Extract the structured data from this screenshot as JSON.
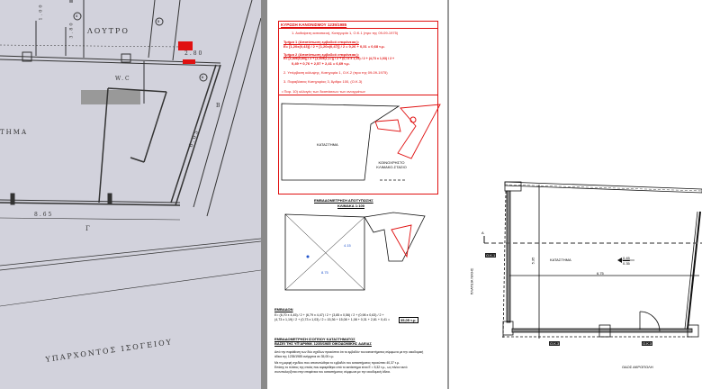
{
  "left_plan": {
    "room_bath": "ΛΟΥΤΡΟ",
    "room_wc": "W.C",
    "room_shop": "ΤΗΜΑ",
    "footer": "ΥΠΑΡΧΟΝΤΟΣ ΙΣΟΓΕΙΟΥ",
    "dim_top": "2.80",
    "dim_bottom": "8.65",
    "dim_diag": "6.05",
    "dim_h1": "1.00",
    "dim_h2": "3.80",
    "label_gamma": "Γ",
    "label_b": "B",
    "circle_a": "4",
    "circle_b": "5",
    "circle_c": "6"
  },
  "regulation_box": {
    "title": "ΚΥΡΩΣΗ ΚΑΝΟΝΙΣΜΟΥ 1235/1985",
    "items": [
      "1.  Αυθαίρετη κατασκευή, Κατηγορία 1, Ο.Κ.1 (προ της 09-09-1975)",
      "Τμήμα 1 (Αποτύπωση εμβαδού επιφάνειας):",
      "Ε= [1,20x(0,43)] / 2 + [1,20x(0,47)] / 2 = 0,26 + 0,31 = 0,68 τ.μ.",
      "Τμήμα 2 (Αποτύπωση εμβαδού επιφάνειας):",
      "Ε= [1,40x(0,80)] / 2 + [1,40x(1,17)] / 2 + (0,73 x 1,19) / 2 + (4,73 x 1,03) / 2 +",
      "0,49 + 0,76 + 2,57 + 2,41 = 6,69 τ.μ.",
      "2.  Υπέρβαση κάλυψης, Κατηγορία 1, Ο.Κ.2 (προ της 09-09-1975)",
      "3.  Παραβάσεις Κατηγορίας 3, Άρθρο 100, (Ο.Κ.3)",
      "• Παρ. 10) αλλαγές των διαστάσεων των ανοιγμάτων"
    ]
  },
  "diagram1": {
    "room": "ΚΑΤΑΣΤΗΜΑ",
    "area_label": "ΚΟΙΝΟΧΡΗΣΤΟ ΚΛΙΜΑΚΟ-ΣΤΑΣΙΟ",
    "marker": "Ⓐ"
  },
  "caption1": {
    "line1": "ΕΜΒΑΔΟΜΕΤΡΗΣΗ ΑΠΟΤΥΠΩΣΗΣ",
    "line2": "ΚΛΙΜΑΚΑ 1:100"
  },
  "diagram2": {
    "dim1": "4.15",
    "dim2": "8.75"
  },
  "area": {
    "title": "ΕΜΒΑΔΟΝ",
    "line1": "Ε= (6,70 x 4,45) / 2 + (6,79 x 4,47) / 2 + (3,85 x 0,56) / 2 + (0,98 x 0,63) / 2 +",
    "line2": "(4,73 x 1,19) / 2 + (0,73 x 1,03) / 2 = 15,36 + 15,08 + 1,08 + 0,31 + 2,81 + 0,41 =",
    "total": "35,05 τ.μ."
  },
  "measure": {
    "title1": "ΕΜΒΑΔΟΜΕΤΡΗΣΗ ΙΣΟΓΕΙΟΥ ΚΑΤΑΣΤΗΜΑΤΟΣ",
    "title2": "ΒΑΣΕΙ ΤΗΣ ΥΠ'ΑΡΙΘΜ. 1235/1985 ΟΙΚΟΔΟΜΙΚΗΣ ΑΔΕΙΑΣ",
    "p1": "Από την παράθεση των δύο σχεδίων προκύπτει ότι το εμβαδόν του καταστήματος σύμφωνα με την οικοδομική",
    "p2": "άδεια της 1235/1985 ανέρχεται σε 35,05 τ.μ.",
    "p3": "Με τη μορφή σχεδίου που αποτυπώθηκε το εμβαδόν του καταστήματος προκύπτει 40,37 τ.μ.",
    "p4": "Επίσης το πλάτος της στοάς που αφαιρέθηκε από το κατάστημα είναι Ε = 5,32 τ.μ., ως πλέον αυτό",
    "p5": "συνυπολογίζεται στην επιφάνεια του καταστήματος σύμφωνα με την οικοδομική άδεια."
  },
  "right_plan": {
    "room": "ΚΑΤΑΣΤΗΜΑ",
    "dim_width": "6.75",
    "dim_height": "5.35",
    "level_top": "0.45",
    "level_bottom": "0.35",
    "section": "A",
    "street_left": "ΠΛΑΤΕΙΑ ΝΙΚΗΣ",
    "street_bottom": "ΟΔΟΣ ΑΚΡΟΠΟΛΗ",
    "tag_top": "Ο.Κ.1",
    "tag_bottom": "Ο.Κ.3"
  },
  "colors": {
    "red": "#e01010",
    "plan_bg": "#d2d2dc"
  }
}
